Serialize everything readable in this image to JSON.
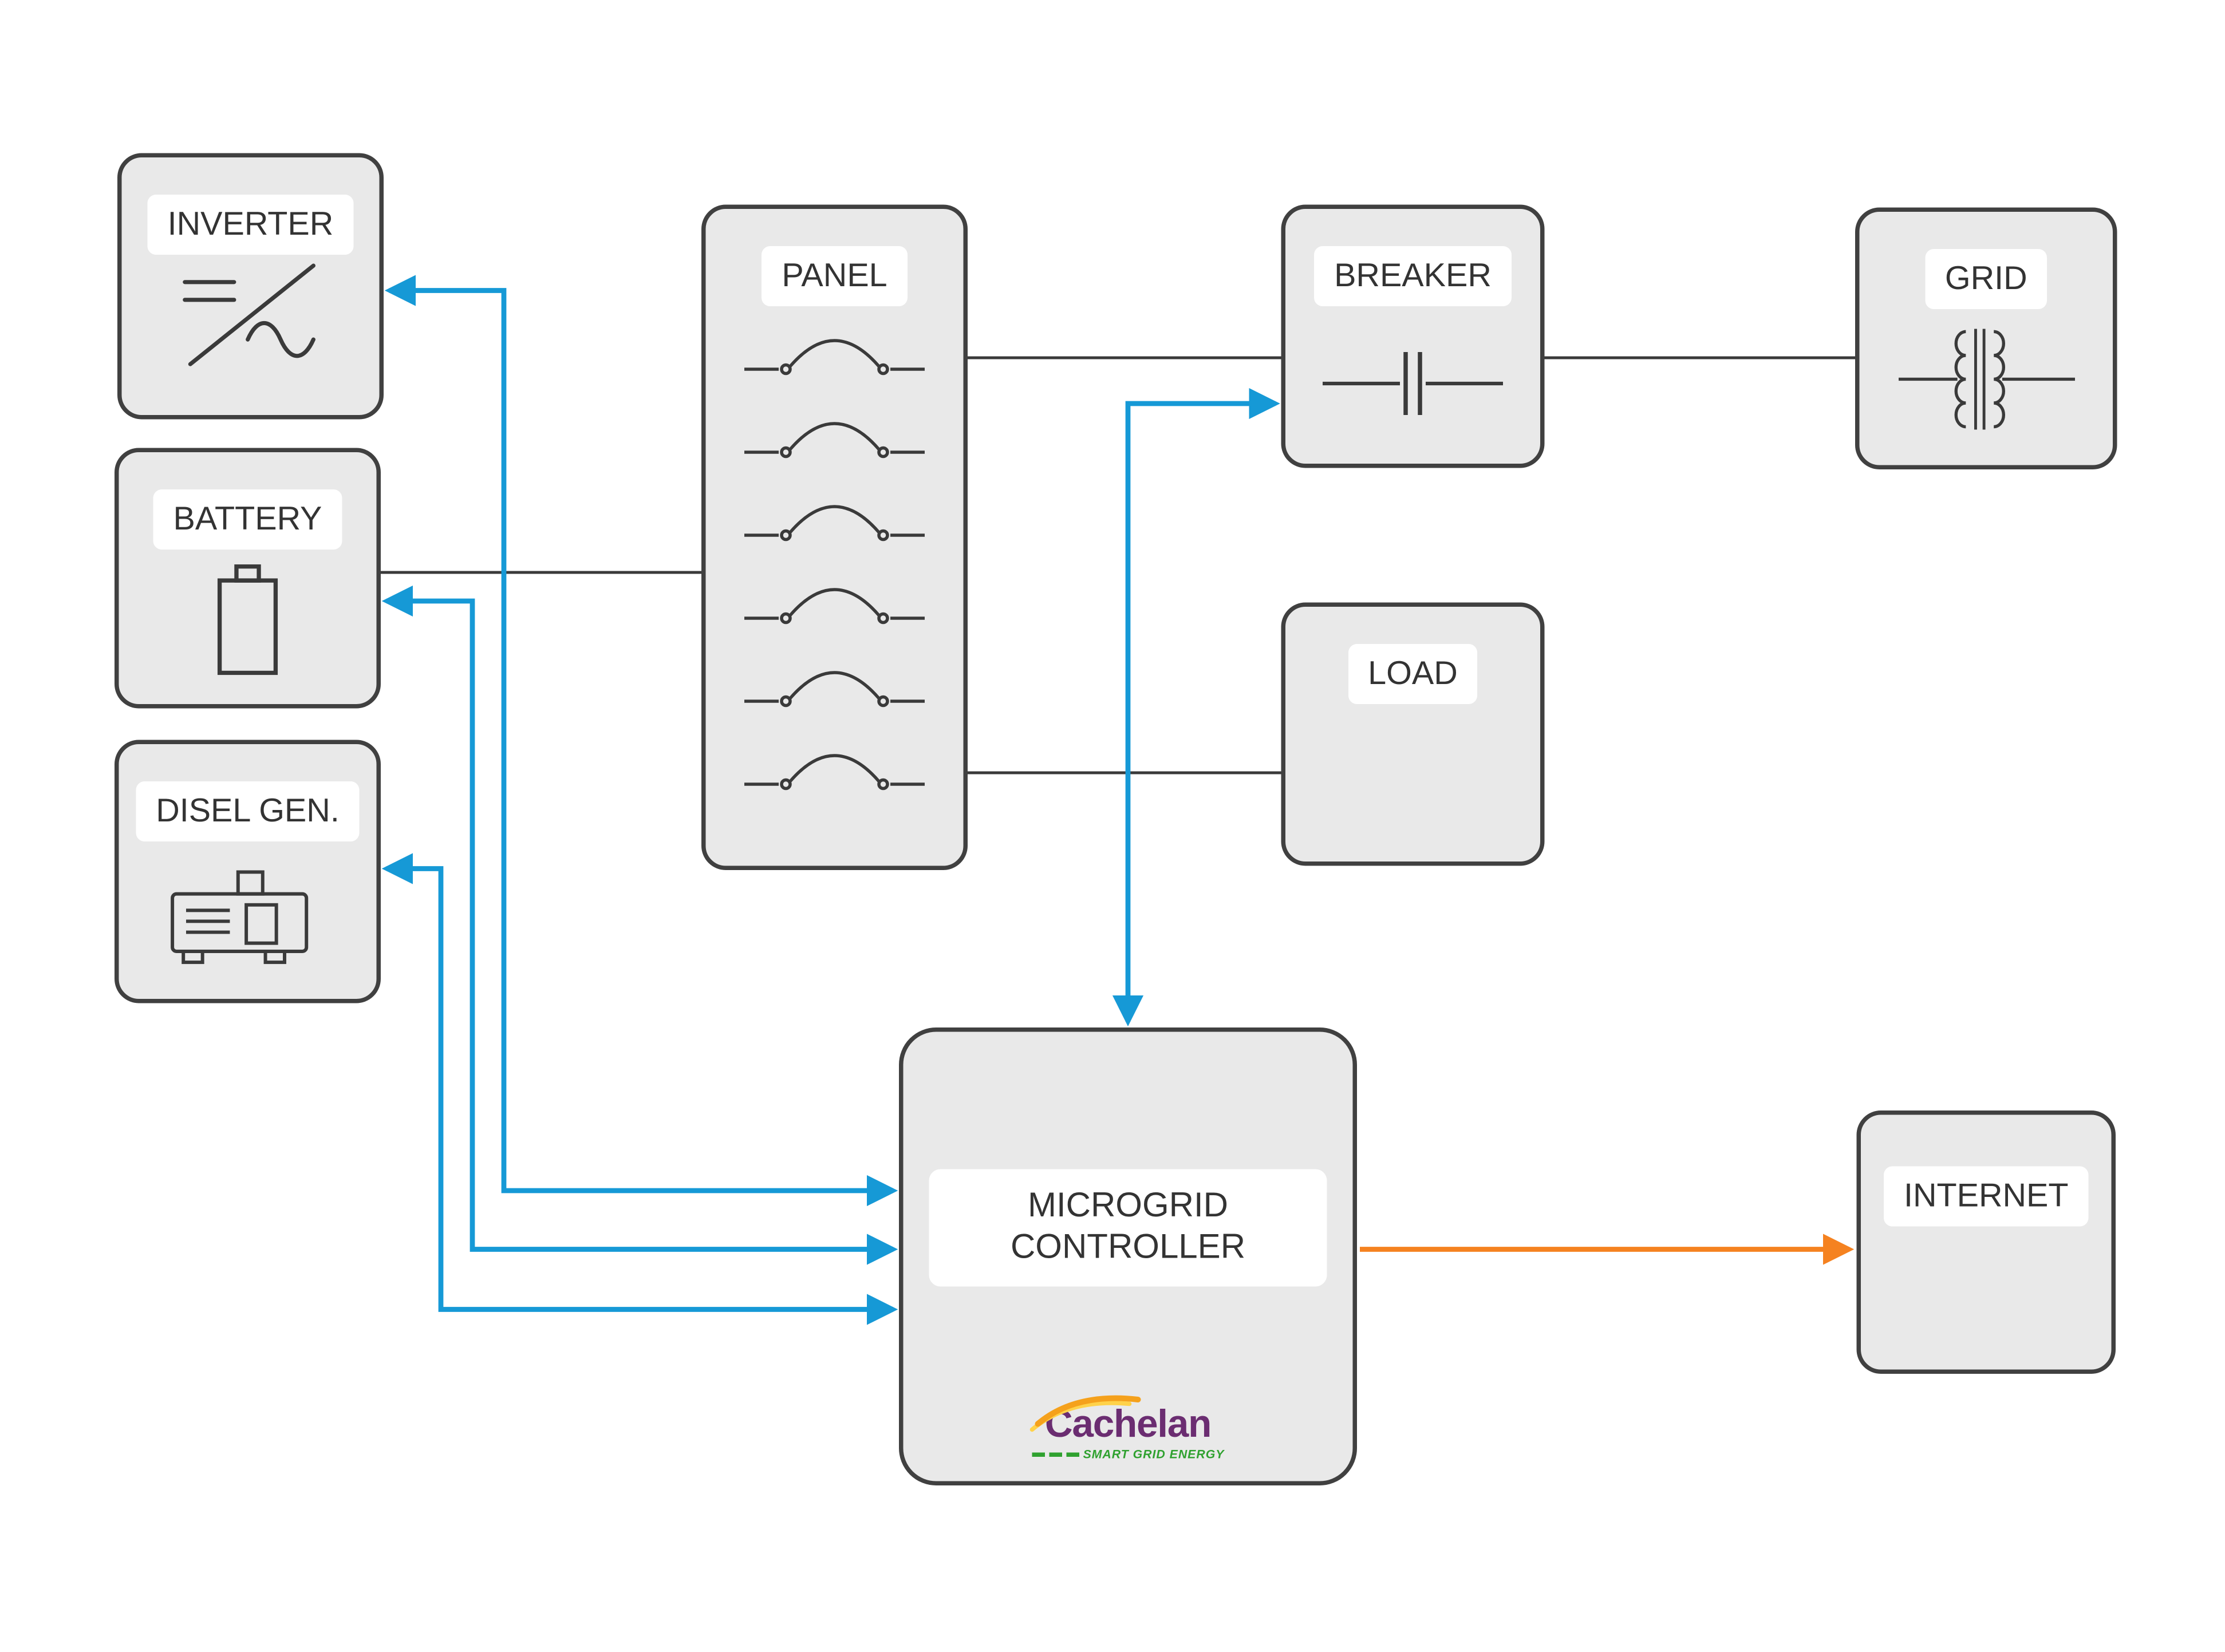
{
  "nodes": {
    "inverter": {
      "label": "INVERTER"
    },
    "battery": {
      "label": "BATTERY"
    },
    "diesel_gen": {
      "label": "DISEL GEN."
    },
    "panel": {
      "label": "PANEL"
    },
    "breaker": {
      "label": "BREAKER"
    },
    "grid": {
      "label": "GRID"
    },
    "load": {
      "label": "LOAD"
    },
    "microgrid_controller": {
      "label": "MICROGRID CONTROLLER"
    },
    "internet": {
      "label": "INTERNET"
    }
  },
  "logo": {
    "name": "Cachelan",
    "tagline": "SMART GRID ENERGY"
  },
  "colors": {
    "control_line": "#1699d6",
    "internet_line": "#f58220",
    "power_line": "#3a3a3a",
    "node_fill": "#e9e9e9",
    "node_border": "#404040",
    "logo_purple": "#6b2d71",
    "logo_orange": "#f5a11c",
    "logo_green": "#2fa12f"
  },
  "connections": [
    {
      "from": "panel",
      "to": "breaker",
      "type": "power"
    },
    {
      "from": "breaker",
      "to": "grid",
      "type": "power"
    },
    {
      "from": "panel",
      "to": "battery",
      "type": "power"
    },
    {
      "from": "panel",
      "to": "load",
      "type": "power"
    },
    {
      "from": "microgrid_controller",
      "to": "inverter",
      "type": "control",
      "bidirectional": true
    },
    {
      "from": "microgrid_controller",
      "to": "battery",
      "type": "control",
      "bidirectional": true
    },
    {
      "from": "microgrid_controller",
      "to": "diesel_gen",
      "type": "control",
      "bidirectional": true
    },
    {
      "from": "microgrid_controller",
      "to": "breaker",
      "type": "control",
      "bidirectional": true
    },
    {
      "from": "microgrid_controller",
      "to": "internet",
      "type": "data"
    }
  ]
}
